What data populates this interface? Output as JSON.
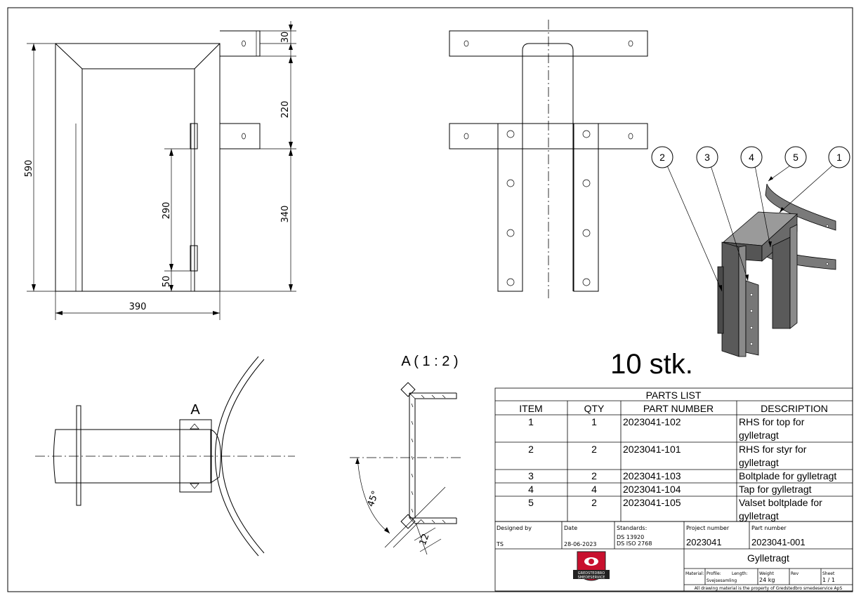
{
  "drawing": {
    "quantity_label": "10 stk.",
    "section_label": "A ( 1 : 2 )",
    "section_marker": "A",
    "dimensions": {
      "overall_height": "590",
      "overall_width": "390",
      "top_plate": "30",
      "plate_spacing": "220",
      "lower_span": "340",
      "guide_span": "290",
      "guide_bottom": "50",
      "weld_size": "12",
      "bevel_angle": "45°"
    },
    "balloons": [
      "2",
      "3",
      "4",
      "5",
      "1"
    ]
  },
  "parts_list": {
    "title": "PARTS LIST",
    "headers": [
      "ITEM",
      "QTY",
      "PART NUMBER",
      "DESCRIPTION"
    ],
    "rows": [
      {
        "item": "1",
        "qty": "1",
        "part": "2023041-102",
        "desc": [
          "RHS for top for",
          "gylletragt"
        ]
      },
      {
        "item": "2",
        "qty": "2",
        "part": "2023041-101",
        "desc": [
          "RHS for styr for",
          "gylletragt"
        ]
      },
      {
        "item": "3",
        "qty": "2",
        "part": "2023041-103",
        "desc": [
          "Boltplade for gylletragt"
        ]
      },
      {
        "item": "4",
        "qty": "4",
        "part": "2023041-104",
        "desc": [
          "Tap for gylletragt"
        ]
      },
      {
        "item": "5",
        "qty": "2",
        "part": "2023041-105",
        "desc": [
          "Valset boltplade for",
          "gylletragt"
        ]
      }
    ]
  },
  "title_block": {
    "designed_by_label": "Designed by",
    "designed_by": "TS",
    "date_label": "Date",
    "date": "28-06-2023",
    "standards_label": "Standards:",
    "standards": [
      "DS 13920",
      "DS ISO 2768"
    ],
    "project_number_label": "Project number",
    "project_number": "2023041",
    "part_number_label": "Part number",
    "part_number": "2023041-001",
    "title": "Gylletragt",
    "material_label": "Material:",
    "profile_label": "Profile:",
    "profile": "Svejsesamling",
    "length_label": "Length:",
    "weight_label": "Weight",
    "weight": "24 kg",
    "rev_label": "Rev",
    "sheet_label": "Sheet",
    "sheet": "1 / 1",
    "footer": "All drawing material is the property of Gredstedbro smedeservice ApS",
    "logo_text": [
      "GREDSTEDBRO",
      "SMEDESERVICE"
    ]
  },
  "colors": {
    "line": "#000000",
    "model_fill": "#6f6f6f",
    "logo_red": "#c8102e"
  }
}
